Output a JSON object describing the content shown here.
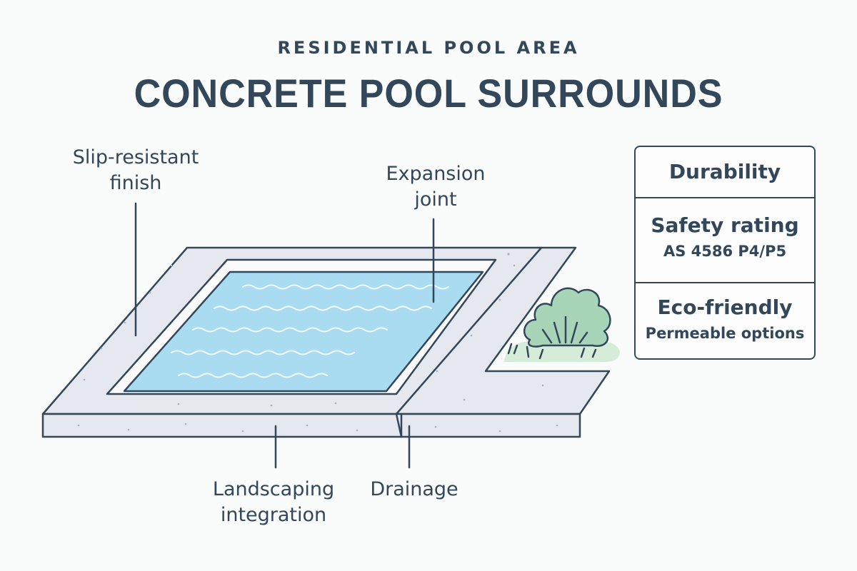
{
  "header": {
    "subtitle": "RESIDENTIAL POOL AREA",
    "title": "CONCRETE POOL SURROUNDS"
  },
  "callouts": {
    "slip_resistant": [
      "Slip-resistant",
      "finish"
    ],
    "expansion_joint": [
      "Expansion",
      "joint"
    ],
    "landscaping": [
      "Landscaping",
      "integration"
    ],
    "drainage": [
      "Drainage"
    ]
  },
  "features": [
    {
      "title": "Durability",
      "detail": ""
    },
    {
      "title": "Safety rating",
      "detail": "AS 4586 P4/P5"
    },
    {
      "title": "Eco-friendly",
      "detail": "Permeable options"
    }
  ],
  "colors": {
    "ink": "#33475b",
    "concrete": "#e6e8ef",
    "water": "#a9dcf0",
    "ripple": "#f2fbff",
    "shrub": "#a8d5b8",
    "grass": "#d5ecd9"
  },
  "icons": [
    "shrub-icon"
  ]
}
